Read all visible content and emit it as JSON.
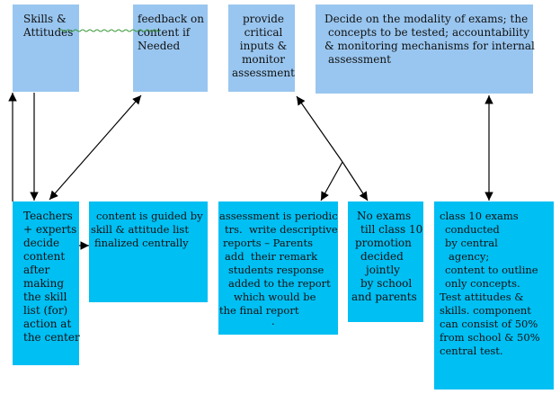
{
  "colors": {
    "top_box_fill": "#99c6f0",
    "bottom_box_fill": "#00bff3",
    "arrow_stroke": "#000000",
    "spellcheck_underline": "#3a9a3a"
  },
  "top_boxes": [
    {
      "id": "skills",
      "lines": [
        "Skills &",
        "Attitudes"
      ]
    },
    {
      "id": "feedback",
      "lines": [
        "feedback on",
        "content if",
        "Needed"
      ]
    },
    {
      "id": "inputs",
      "lines": [
        "provide",
        "critical",
        "inputs &",
        "monitor",
        "assessment"
      ]
    },
    {
      "id": "modality",
      "lines": [
        "Decide on the modality of exams; the",
        "concepts to be tested; accountability",
        "& monitoring mechanisms for internal",
        "assessment"
      ]
    }
  ],
  "bottom_boxes": [
    {
      "id": "teachers",
      "lines": [
        "Teachers",
        "+ experts",
        "decide",
        "content",
        "after",
        "making",
        "the skill",
        "list (for)",
        "action at",
        "the center"
      ]
    },
    {
      "id": "content",
      "lines": [
        "content is guided by",
        "skill & attitude list",
        "finalized centrally"
      ]
    },
    {
      "id": "assessment",
      "lines": [
        "assessment is periodic",
        "trs.  write descriptive",
        "reports – Parents",
        "add  their remark",
        "students response",
        "added to the report",
        "which would be",
        "the final report",
        "."
      ]
    },
    {
      "id": "noexams",
      "lines": [
        "No exams",
        "till class 10",
        "promotion",
        "decided",
        "jointly",
        "by school",
        "and parents"
      ]
    },
    {
      "id": "class10",
      "lines": [
        "class 10 exams",
        "conducted",
        "by central",
        "agency;",
        "content to outline",
        "only concepts.",
        "Test attitudes &",
        "skills. component",
        "can consist of 50%",
        "from school & 50%",
        "central test."
      ]
    }
  ]
}
